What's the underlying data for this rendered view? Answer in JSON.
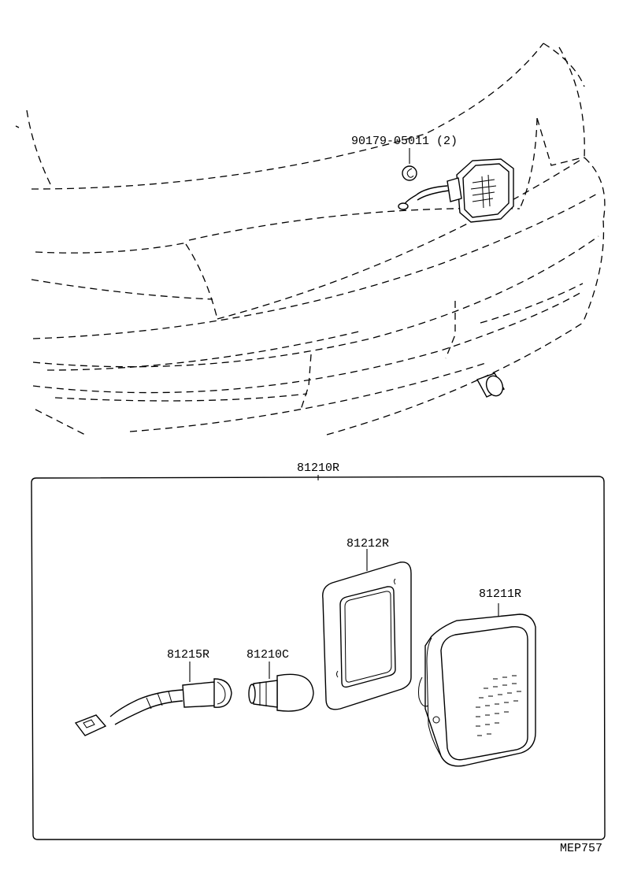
{
  "labels": {
    "nut": "90179-05011 (2)",
    "assembly": "81210R",
    "gasket": "81212R",
    "lens": "81211R",
    "socket": "81215R",
    "bulb": "81210C",
    "code": "MEP757"
  },
  "colors": {
    "ink": "#000000",
    "paper": "#ffffff"
  }
}
